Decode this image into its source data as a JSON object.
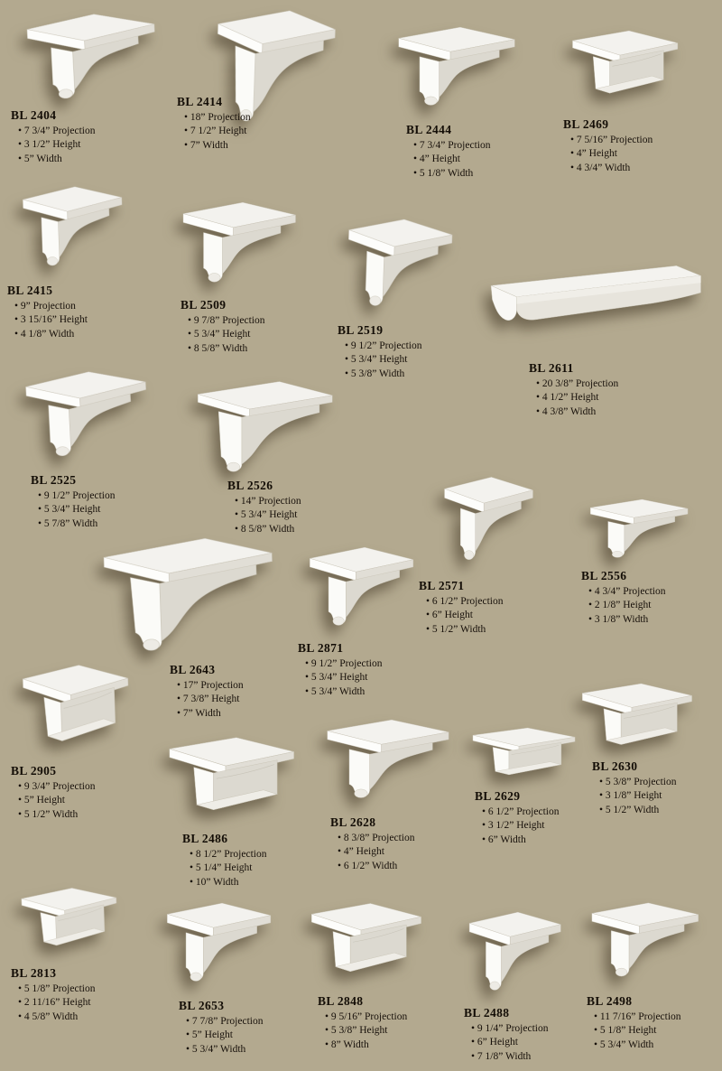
{
  "page": {
    "background_color": "#b3a98f",
    "text_color": "#17100a",
    "description": "Corbel product catalog page"
  },
  "products": [
    {
      "model": "BL 2404",
      "specs": [
        "7 3/4” Projection",
        "3 1/2” Height",
        "5” Width"
      ]
    },
    {
      "model": "BL 2414",
      "specs": [
        "18” Projection",
        "7 1/2” Height",
        "7” Width"
      ]
    },
    {
      "model": "BL 2444",
      "specs": [
        "7 3/4” Projection",
        "4” Height",
        "5 1/8” Width"
      ]
    },
    {
      "model": "BL 2469",
      "specs": [
        "7 5/16” Projection",
        "4” Height",
        "4 3/4” Width"
      ]
    },
    {
      "model": "BL 2415",
      "specs": [
        "9” Projection",
        "3 15/16” Height",
        "4 1/8” Width"
      ]
    },
    {
      "model": "BL 2509",
      "specs": [
        "9 7/8” Projection",
        "5 3/4” Height",
        "8 5/8” Width"
      ]
    },
    {
      "model": "BL 2519",
      "specs": [
        "9 1/2” Projection",
        "5 3/4” Height",
        "5 3/8” Width"
      ]
    },
    {
      "model": "BL 2611",
      "specs": [
        "20 3/8” Projection",
        "4 1/2” Height",
        "4 3/8” Width"
      ]
    },
    {
      "model": "BL 2525",
      "specs": [
        "9 1/2” Projection",
        "5 3/4” Height",
        "5 7/8” Width"
      ]
    },
    {
      "model": "BL 2526",
      "specs": [
        "14” Projection",
        "5 3/4” Height",
        "8 5/8” Width"
      ]
    },
    {
      "model": "BL 2571",
      "specs": [
        "6 1/2” Projection",
        "6” Height",
        "5 1/2” Width"
      ]
    },
    {
      "model": "BL 2556",
      "specs": [
        "4 3/4” Projection",
        "2 1/8” Height",
        "3 1/8” Width"
      ]
    },
    {
      "model": "BL 2643",
      "specs": [
        "17” Projection",
        "7 3/8” Height",
        "7” Width"
      ]
    },
    {
      "model": "BL 2871",
      "specs": [
        "9 1/2” Projection",
        "5 3/4” Height",
        "5 3/4” Width"
      ]
    },
    {
      "model": "BL 2905",
      "specs": [
        "9 3/4” Projection",
        "5” Height",
        "5 1/2” Width"
      ]
    },
    {
      "model": "BL 2486",
      "specs": [
        "8 1/2” Projection",
        "5 1/4” Height",
        "10” Width"
      ]
    },
    {
      "model": "BL 2628",
      "specs": [
        "8 3/8” Projection",
        "4” Height",
        "6 1/2” Width"
      ]
    },
    {
      "model": "BL 2629",
      "specs": [
        "6 1/2” Projection",
        "3 1/2” Height",
        "6” Width"
      ]
    },
    {
      "model": "BL 2630",
      "specs": [
        "5 3/8” Projection",
        "3 1/8” Height",
        "5 1/2” Width"
      ]
    },
    {
      "model": "BL 2813",
      "specs": [
        "5 1/8” Projection",
        "2 11/16” Height",
        "4 5/8” Width"
      ]
    },
    {
      "model": "BL 2653",
      "specs": [
        "7 7/8” Projection",
        "5” Height",
        "5 3/4” Width"
      ]
    },
    {
      "model": "BL 2848",
      "specs": [
        "9 5/16” Projection",
        "5 3/8” Height",
        "8” Width"
      ]
    },
    {
      "model": "BL 2488",
      "specs": [
        "9 1/4” Projection",
        "6” Height",
        "7 1/8” Width"
      ]
    },
    {
      "model": "BL 2498",
      "specs": [
        "11 7/16” Projection",
        "5 1/8” Height",
        "5 3/4” Width"
      ]
    }
  ]
}
